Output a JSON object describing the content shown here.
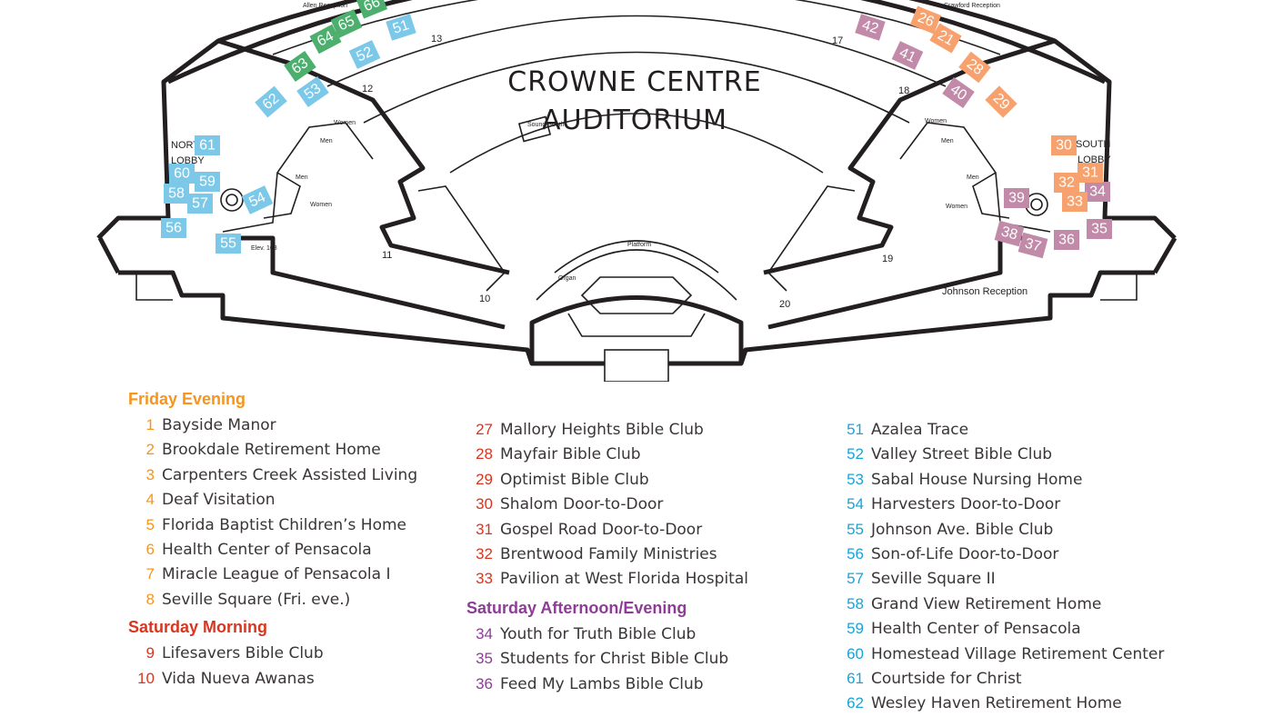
{
  "map": {
    "title_line1": "CROWNE CENTRE",
    "title_line2": "AUDITORIUM",
    "north_lobby": [
      "NORTH",
      "LOBBY"
    ],
    "south_lobby": [
      "SOUTH",
      "LOBBY"
    ],
    "johnson_reception": "Johnson Reception",
    "allen_reception": "Allen Reception",
    "crawford_reception": "Crawford Reception",
    "platform": "Platform",
    "organ": "Organ",
    "sound_booth": "Sound Booth",
    "women": "Women",
    "men": "Men",
    "elev": "Elev. 108",
    "doors": [
      "10",
      "11",
      "12",
      "13",
      "17",
      "18",
      "19",
      "20"
    ],
    "colors": {
      "orange": "#f7a26e",
      "blue": "#7cc8e8",
      "green": "#4caf6e",
      "mauve": "#c18aa8"
    },
    "tags": [
      {
        "n": "64",
        "c": "green"
      },
      {
        "n": "65",
        "c": "green"
      },
      {
        "n": "66",
        "c": "green"
      },
      {
        "n": "63",
        "c": "green"
      },
      {
        "n": "51",
        "c": "blue"
      },
      {
        "n": "52",
        "c": "blue"
      },
      {
        "n": "53",
        "c": "blue"
      },
      {
        "n": "62",
        "c": "blue"
      },
      {
        "n": "61",
        "c": "blue"
      },
      {
        "n": "60",
        "c": "blue"
      },
      {
        "n": "59",
        "c": "blue"
      },
      {
        "n": "58",
        "c": "blue"
      },
      {
        "n": "57",
        "c": "blue"
      },
      {
        "n": "54",
        "c": "blue"
      },
      {
        "n": "56",
        "c": "blue"
      },
      {
        "n": "55",
        "c": "blue"
      },
      {
        "n": "42",
        "c": "mauve"
      },
      {
        "n": "41",
        "c": "mauve"
      },
      {
        "n": "40",
        "c": "mauve"
      },
      {
        "n": "39",
        "c": "mauve"
      },
      {
        "n": "38",
        "c": "mauve"
      },
      {
        "n": "37",
        "c": "mauve"
      },
      {
        "n": "36",
        "c": "mauve"
      },
      {
        "n": "35",
        "c": "mauve"
      },
      {
        "n": "34",
        "c": "mauve"
      },
      {
        "n": "26",
        "c": "orange"
      },
      {
        "n": "21",
        "c": "orange"
      },
      {
        "n": "28",
        "c": "orange"
      },
      {
        "n": "29",
        "c": "orange"
      },
      {
        "n": "30",
        "c": "orange"
      },
      {
        "n": "31",
        "c": "orange"
      },
      {
        "n": "32",
        "c": "orange"
      },
      {
        "n": "33",
        "c": "orange"
      }
    ]
  },
  "legend": {
    "col1": {
      "sections": [
        {
          "title": "Friday Evening",
          "color": "#f7941d",
          "items": [
            {
              "n": "1",
              "t": "Bayside Manor"
            },
            {
              "n": "2",
              "t": "Brookdale Retirement Home"
            },
            {
              "n": "3",
              "t": "Carpenters Creek Assisted Living"
            },
            {
              "n": "4",
              "t": "Deaf Visitation"
            },
            {
              "n": "5",
              "t": "Florida Baptist Children’s Home"
            },
            {
              "n": "6",
              "t": "Health Center of Pensacola"
            },
            {
              "n": "7",
              "t": "Miracle League of Pensacola I"
            },
            {
              "n": "8",
              "t": "Seville Square (Fri. eve.)"
            }
          ]
        },
        {
          "title": "Saturday Morning",
          "color": "#d9361f",
          "items": [
            {
              "n": "9",
              "t": "Lifesavers Bible Club"
            },
            {
              "n": "10",
              "t": "Vida Nueva Awanas"
            }
          ]
        }
      ]
    },
    "col2": {
      "num_color": "#d9361f",
      "items": [
        {
          "n": "27",
          "t": "Mallory Heights Bible Club"
        },
        {
          "n": "28",
          "t": "Mayfair Bible Club"
        },
        {
          "n": "29",
          "t": "Optimist Bible Club"
        },
        {
          "n": "30",
          "t": "Shalom Door-to-Door"
        },
        {
          "n": "31",
          "t": "Gospel Road Door-to-Door"
        },
        {
          "n": "32",
          "t": "Brentwood Family Ministries"
        },
        {
          "n": "33",
          "t": "Pavilion at West Florida Hospital"
        }
      ],
      "section": {
        "title": "Saturday Afternoon/Evening",
        "color": "#8e3d97",
        "items": [
          {
            "n": "34",
            "t": "Youth for Truth Bible Club"
          },
          {
            "n": "35",
            "t": "Students for Christ Bible Club"
          },
          {
            "n": "36",
            "t": "Feed My Lambs Bible Club"
          }
        ]
      }
    },
    "col3": {
      "num_color": "#1aa3d8",
      "items": [
        {
          "n": "51",
          "t": "Azalea Trace"
        },
        {
          "n": "52",
          "t": "Valley Street Bible Club"
        },
        {
          "n": "53",
          "t": "Sabal House Nursing Home"
        },
        {
          "n": "54",
          "t": "Harvesters Door-to-Door"
        },
        {
          "n": "55",
          "t": "Johnson Ave. Bible Club"
        },
        {
          "n": "56",
          "t": "Son-of-Life Door-to-Door"
        },
        {
          "n": "57",
          "t": "Seville Square II"
        },
        {
          "n": "58",
          "t": "Grand View Retirement Home"
        },
        {
          "n": "59",
          "t": "Health Center of Pensacola"
        },
        {
          "n": "60",
          "t": "Homestead Village Retirement Center"
        },
        {
          "n": "61",
          "t": "Courtside for Christ"
        },
        {
          "n": "62",
          "t": "Wesley Haven Retirement Home"
        }
      ]
    }
  }
}
